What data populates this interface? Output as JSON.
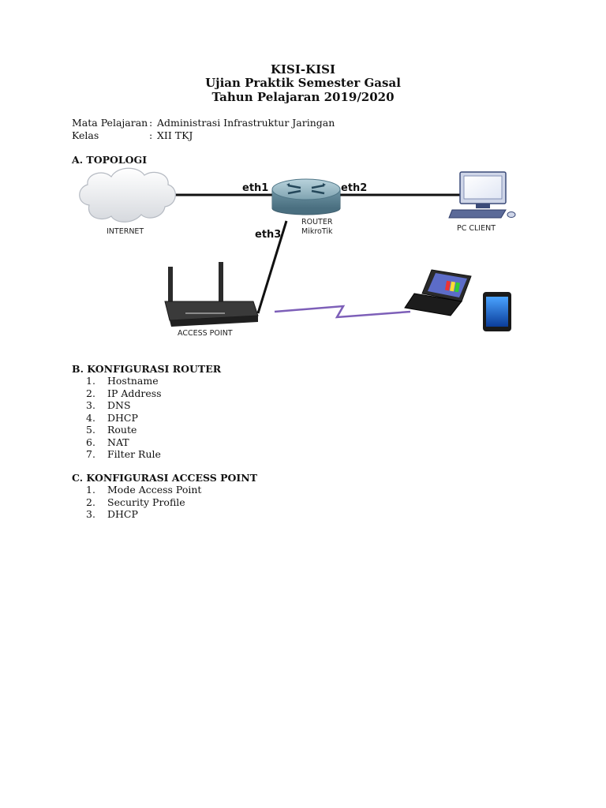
{
  "header": {
    "title1": "KISI-KISI",
    "title2": "Ujian Praktik Semester Gasal",
    "title3": "Tahun Pelajaran 2019/2020"
  },
  "meta": {
    "subject_label": "Mata Pelajaran",
    "subject_value": "Administrasi Infrastruktur Jaringan",
    "class_label": "Kelas",
    "class_value": "XII TKJ",
    "colon": ":"
  },
  "sections": {
    "a_title": "A. TOPOLOGI",
    "b_title": "B. KONFIGURASI ROUTER",
    "c_title": "C. KONFIGURASI ACCESS POINT"
  },
  "topology": {
    "internet": "INTERNET",
    "router_line1": "ROUTER",
    "router_line2": "MikroTik",
    "pc_client": "PC CLIENT",
    "access_point": "ACCESS POINT",
    "eth1": "eth1",
    "eth2": "eth2",
    "eth3": "eth3",
    "icons": [
      "cloud-icon",
      "router-icon",
      "pc-icon",
      "access-point-icon",
      "laptop-icon",
      "tablet-icon"
    ]
  },
  "router_items": [
    {
      "num": "1.",
      "label": "Hostname"
    },
    {
      "num": "2.",
      "label": "IP Address"
    },
    {
      "num": "3.",
      "label": "DNS"
    },
    {
      "num": "4.",
      "label": "DHCP"
    },
    {
      "num": "5.",
      "label": "Route"
    },
    {
      "num": "6.",
      "label": "NAT"
    },
    {
      "num": "7.",
      "label": "Filter Rule"
    }
  ],
  "ap_items": [
    {
      "num": "1.",
      "label": "Mode Access Point"
    },
    {
      "num": "2.",
      "label": "Security Profile"
    },
    {
      "num": "3.",
      "label": "DHCP"
    }
  ]
}
